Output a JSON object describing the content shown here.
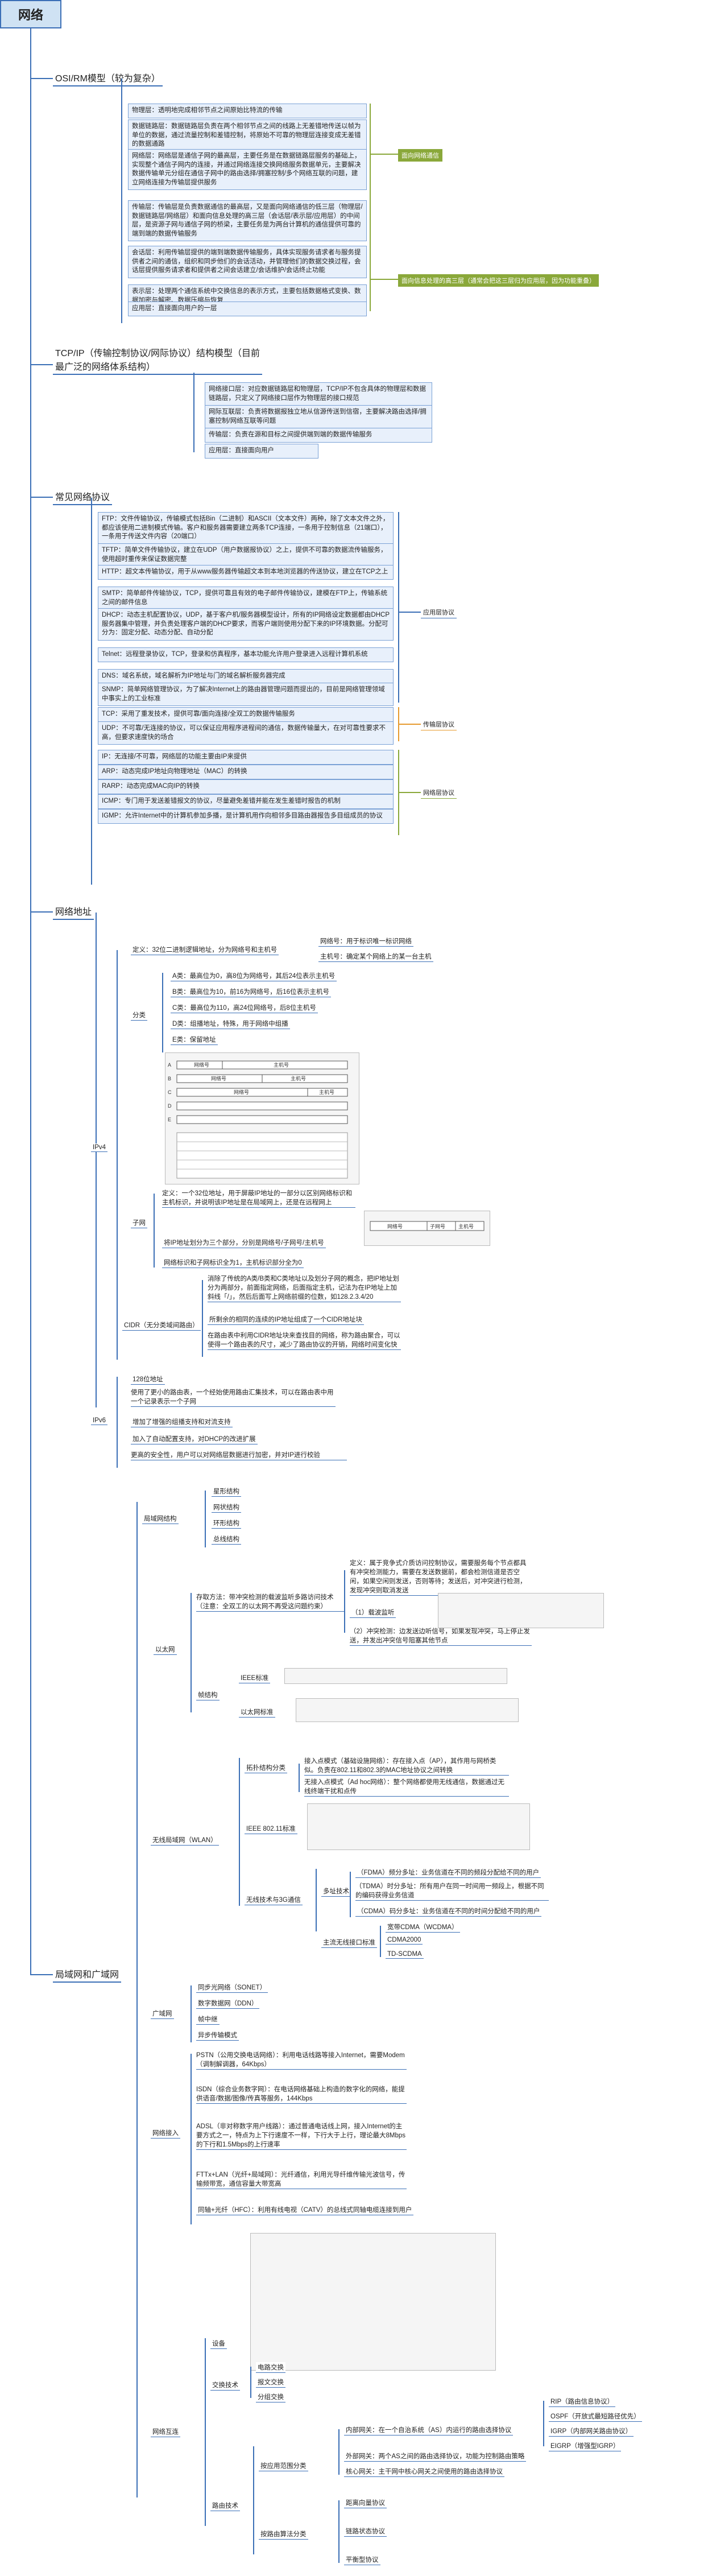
{
  "root": "网络",
  "osi": {
    "title": "OSI/RM模型（较为复杂）",
    "layers": [
      "物理层：透明地完成相邻节点之间原始比特流的传输",
      "数据链路层：数据链路层负责在两个相邻节点之间的线路上无差错地传送以帧为单位的数据，通过流量控制和差错控制，将原始不可靠的物理层连接变成无差错的数据通路",
      "网络层：网络层是通信子网的最高层，主要任务是在数据链路层服务的基础上，实现整个通信子网内的连接，并通过网络连接交换网络服务数据单元，主要解决数据传输单元分组在通信子网中的路由选择/拥塞控制/多个网络互联的问题，建立网络连接为传输层提供服务",
      "传输层：传输层是负责数据通信的最高层，又是面向网络通信的低三层（物理层/数据链路层/网络层）和面向信息处理的高三层（会话层/表示层/应用层）的中间层，是资源子网与通信子网的桥梁，主要任务是为两台计算机的通信提供可靠的端到端的数据传输服务",
      "会话层：利用传输层提供的端到端数据传输服务，具体实现服务请求者与服务提供者之间的通信，组织和同步他们的会话活动，并管理他们的数据交换过程，会话层提供服务请求者和提供者之间会话建立/会话维护/会话终止功能",
      "表示层：处理两个通信系统中交换信息的表示方式，主要包括数据格式变换、数据加密与解密、数据压缩与恢复",
      "应用层：直接面向用户的一层"
    ],
    "note1": "面向网络通信",
    "note2": "面向信息处理的高三层（通常会把这三层归为应用层，因为功能重叠）"
  },
  "tcpip": {
    "title": "TCP/IP（传输控制协议/网际协议）结构模型（目前最广泛的网络体系结构）",
    "layers": [
      "网络接口层：对应数据链路层和物理层，TCP/IP不包含具体的物理层和数据链路层，只定义了网络接口层作为物理层的接口规范",
      "网际互联层：负责将数据报独立地从信源传送到信宿，主要解决路由选择/拥塞控制/网络互联等问题",
      "传输层：负责在源和目标之间提供端到端的数据传输服务",
      "应用层：直接面向用户"
    ]
  },
  "protocols": {
    "title": "常见网络协议",
    "app": [
      "FTP：文件传输协议，传输模式包括Bin（二进制）和ASCII（文本文件）两种，除了文本文件之外，都应该使用二进制模式传输。客户和服务器需要建立两条TCP连接，一条用于控制信息（21端口），一条用于传送文件内容（20端口）",
      "TFTP：简单文件传输协议，建立在UDP（用户数据报协议）之上，提供不可靠的数据流传输服务，使用超时重传来保证数据完整",
      "HTTP：超文本传输协议，用于从www服务器传输超文本到本地浏览器的传送协议，建立在TCP之上",
      "SMTP：简单邮件传输协议，TCP，提供可靠且有效的电子邮件传输协议，建模在FTP上，传输系统之间的邮件信息",
      "DHCP：动态主机配置协议，UDP，基于客户机/服务器模型设计，所有的IP网络设定数据都由DHCP服务器集中管理，并负责处理客户端的DHCP要求，而客户端则使用分配下来的IP环境数据。分配可分为：固定分配、动态分配、自动分配",
      "Telnet：远程登录协议，TCP，登录和仿真程序，基本功能允许用户登录进入远程计算机系统",
      "DNS：域名系统，域名解析为IP地址与门的域名解析服务器完成",
      "SNMP：简单网络管理协议，为了解决Internet上的路由器管理问题而提出的，目前是网络管理领域中事实上的工业标准"
    ],
    "trans": [
      "TCP：采用了重发技术，提供可靠/面向连接/全双工的数据传输服务",
      "UDP：不可靠/无连接的协议，可以保证应用程序进程间的通信，数据传输量大，在对可靠性要求不高，但要求速度快的场合"
    ],
    "net": [
      "IP：无连接/不可靠，网络层的功能主要由IP来提供",
      "ARP：动态完成IP地址向物理地址（MAC）的转换",
      "RARP：动态完成MAC向IP的转换",
      "ICMP：专门用于发送差错报文的协议，尽量避免差错并能在发生差错时报告的机制",
      "IGMP：允许Internet中的计算机参加多播，是计算机用作向相邻多目路由器报告多目组成员的协议"
    ],
    "note_app": "应用层协议",
    "note_trans": "传输层协议",
    "note_net": "网络层协议"
  },
  "addr": {
    "title": "网络地址",
    "ipv4": "IPv4",
    "def": "定义：32位二进制逻辑地址，分为网络号和主机号",
    "def_a": "网络号：用于标识唯一标识网络",
    "def_b": "主机号：确定某个网络上的某一台主机",
    "classify": "分类",
    "classes": [
      "A类：最高位为0，高8位为网络号，其后24位表示主机号",
      "B类：最高位为10，前16为网络号，后16位表示主机号",
      "C类：最高位为110，高24位网络号，后8位主机号",
      "D类：组播地址，特殊，用于网络中组播",
      "E类：保留地址"
    ],
    "subnet": "子网",
    "subnet_def": "定义：一个32位地址，用于屏蔽IP地址的一部分以区别网络标识和主机标识，并说明该IP地址是在局域网上，还是在远程网上",
    "subnet_a": "将IP地址划分为三个部分，分别是网络号/子网号/主机号",
    "subnet_b": "网络标识和子网标识全为1，主机标识部分全为0",
    "cidr": "CIDR（无分类域间路由）",
    "cidr_a": "消除了传统的A类/B类和C类地址以及划分子网的概念，把IP地址划分为两部分，前面指定网络，后面指定主机，记法为在IP地址上加斜线「/」，然后后面写上网络前缀的位数，如128.2.3.4/20",
    "cidr_b": "所剩余的相同的连续的IP地址组成了一个CIDR地址块",
    "cidr_c": "在路由表中利用CIDR地址块来查找目的网络，称为路由聚合，可以使得一个路由表的尺寸，减少了路由协议的开销，网络时间变化快",
    "ipv6": "IPv6",
    "ipv6_items": [
      "128位地址",
      "使用了更小的路由表，一个经始使用路由汇集技术，可以在路由表中用一个记录表示一个子网",
      "增加了增强的组播支持和对流支持",
      "加入了自动配置支持，对DHCP的改进扩展",
      "更高的安全性，用户可以对网络层数据进行加密，并对IP进行校验"
    ],
    "fig_class": "IP地址分类示意",
    "fig_subnet": "子网划分示意",
    "net_label": "网络号",
    "host_label": "主机号",
    "subnet_label": "子网号"
  },
  "lan": {
    "title": "局域网和广域网",
    "topo": "局域网结构",
    "topos": [
      "星形结构",
      "网状结构",
      "环形结构",
      "总线结构"
    ],
    "ethernet": "以太网",
    "access": "存取方法：带冲突检测的载波监听多路访问技术（注意：全双工的以太网不再受这问题约束）",
    "csma": "定义：属于竞争式介质访问控制协议，需要服务每个节点都具有冲突检测能力，需要在发送数据前，都会检测信道是否空闲，如果空闲则发送，否则等待；发送后，对冲突进行检测，发现冲突则取消发送",
    "listen": "（1）载波监听",
    "detect": "（2）冲突检测：边发送边听信号，如果发现冲突，马上停止发送，并发出冲突信号阻塞其他节点",
    "frame": "帧结构",
    "ieee": "IEEE标准",
    "ether_std": "以太网标准",
    "wlan": "无线局域网（WLAN）",
    "wlan_arch": "拓扑结构分类",
    "wlan_a": "接入点模式（基础设施网络）：存在接入点（AP），其作用与网桥类似。负责在802.11和802.3的MAC地址协议之间转换",
    "wlan_b": "无接入点模式（Ad hoc网络）：整个网络都使用无线通信，数据通过无线终端干扰和点传",
    "wlan_ieee": "IEEE 802.11标准",
    "wlan_3g": "无线技术与3G通信",
    "multi": "多址技术",
    "multi_items": [
      "（FDMA）频分多址：业务信道在不同的频段分配给不同的用户",
      "（TDMA）时分多址：所有用户在同一时间用一频段上，根据不同的编码获得业务信道",
      "（CDMA）码分多址：业务信道在不同的时间分配给不同的用户"
    ],
    "mainstream": "主流无线接口标准",
    "ms_items": [
      "宽带CDMA（WCDMA）",
      "CDMA2000",
      "TD-SCDMA"
    ],
    "wan": "广域网",
    "wan_items": [
      "同步光网络（SONET）",
      "数字数据网（DDN）",
      "帧中继",
      "异步传输模式"
    ],
    "netaccess": "网络接入",
    "acc_items": [
      "PSTN（公用交换电话网络）：利用电话线路等接入Internet，需要Modem（调制解调器，64Kbps）",
      "ISDN（综合业务数字网）：在电话网络基础上构造的数字化的网络，能提供语音/数据/图像/传真等服务，144Kbps",
      "ADSL（非对称数字用户线路）：通过普通电话线上网，接入Internet的主要方式之一，特点为上下行速度不一样，下行大于上行，理论最大8Mbps的下行和1.5Mbps的上行速率",
      "FTTx+LAN（光纤+局域网）：光纤通信，利用光导纤维传输光波信号，传输频带宽，通信容量大带宽高",
      "同轴+光纤（HFC）：利用有线电视（CATV）的总线式同轴电缆连接到用户"
    ],
    "interconn": "网络互连",
    "device": "设备",
    "switch": "交换技术",
    "sw_items": [
      "电路交换",
      "报文交换",
      "分组交换"
    ],
    "routing": "路由技术",
    "scope": "按应用范围分类",
    "scope_items": [
      "内部网关：在一个自治系统（AS）内运行的路由选择协议",
      "外部网关：两个AS之间的路由选择协议，功能为控制路由策略",
      "核心网关：主干网中核心网关之间使用的路由选择协议"
    ],
    "igp": [
      "RIP（路由信息协议）",
      "OSPF（开放式最短路径优先）",
      "IGRP（内部网关路由协议）",
      "EIGRP（增强型IGRP）"
    ],
    "algo": "按路由算法分类",
    "algo_items": [
      "距离向量协议",
      "链路状态协议",
      "平衡型协议"
    ]
  }
}
